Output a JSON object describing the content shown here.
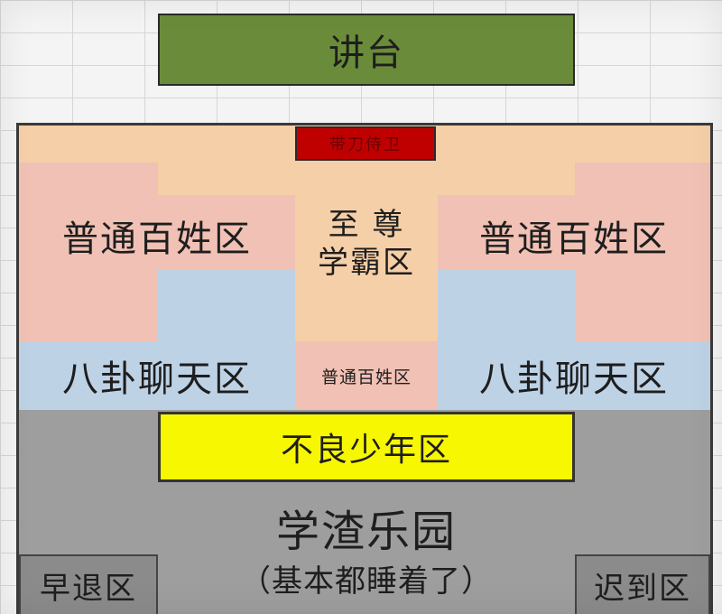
{
  "podium": {
    "label": "讲台"
  },
  "sword_guard": {
    "label": "带刀侍卫"
  },
  "zones": {
    "commoners_left": "普通百姓区",
    "commoners_right": "普通百姓区",
    "supreme_scholar": "至 尊\n学霸区",
    "commoners_center": "普通百姓区",
    "gossip_left": "八卦聊天区",
    "gossip_right": "八卦聊天区",
    "bad_teen": "不良少年区",
    "slacker_park": "学渣乐园",
    "slacker_note": "（基本都睡着了）",
    "leave_early": "早退区",
    "late_arrival": "迟到区"
  },
  "colors": {
    "podium": "#6a8c3a",
    "background": "#f5cfa7",
    "commoners": "#f0c1b4",
    "gossip": "#bed2e6",
    "bad_teen": "#f7f701",
    "slacker": "#9e9e9e",
    "corner": "#8b8b8b",
    "guard": "#c00000"
  }
}
